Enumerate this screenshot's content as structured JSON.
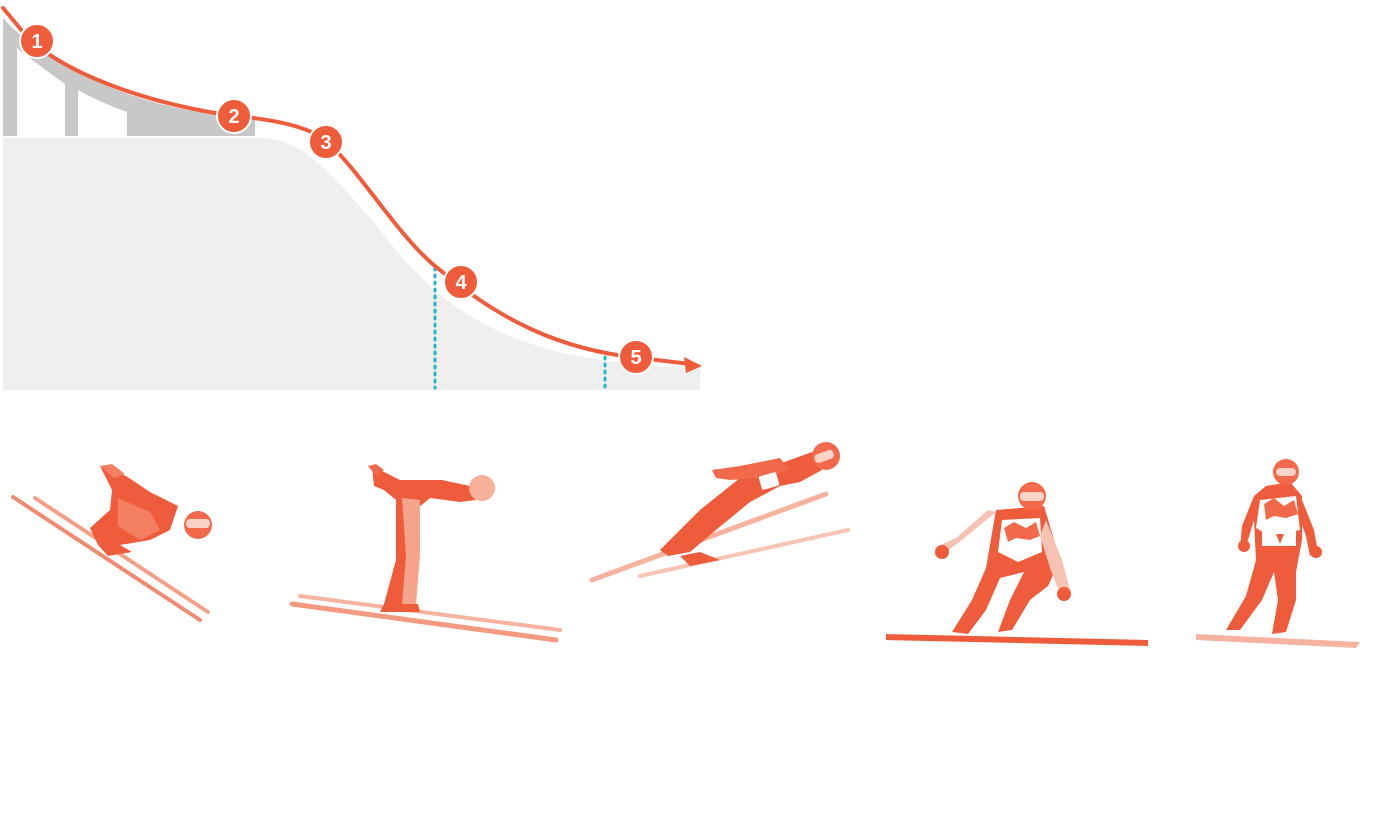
{
  "diagram": {
    "colors": {
      "accent": "#ee5c3c",
      "structure": "#c8c8c8",
      "hill": "#efefef",
      "guide": "#25b5cc",
      "marker_text": "#ffffff"
    },
    "markers": [
      {
        "label": "1"
      },
      {
        "label": "2"
      },
      {
        "label": "3"
      },
      {
        "label": "4"
      },
      {
        "label": "5"
      }
    ],
    "photos": [
      {
        "pose": "in-run crouch"
      },
      {
        "pose": "take-off"
      },
      {
        "pose": "flight"
      },
      {
        "pose": "landing"
      },
      {
        "pose": "outrun"
      }
    ]
  }
}
